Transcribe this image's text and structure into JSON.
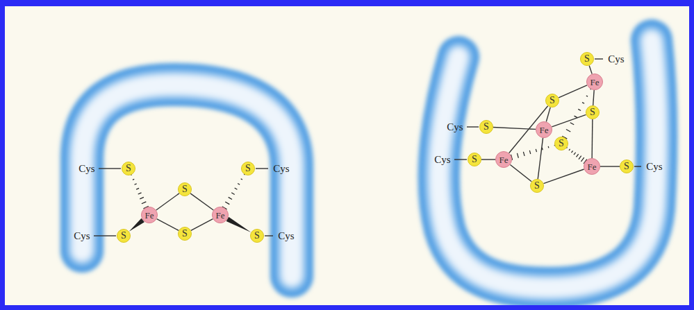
{
  "diagram": {
    "nodes": [
      {
        "text": [
          "S"
        ]
      },
      {
        "text": [
          "S"
        ]
      },
      {
        "text": [
          "Fe"
        ]
      },
      {
        "text": [
          "S"
        ]
      },
      {
        "text": [
          "S"
        ]
      },
      {
        "text": [
          "Fe"
        ]
      },
      {
        "text": [
          "S"
        ]
      },
      {
        "text": [
          "S"
        ]
      },
      {
        "text": [
          "S"
        ]
      },
      {
        "text": [
          "Fe"
        ]
      },
      {
        "text": [
          "S"
        ]
      },
      {
        "text": [
          "S"
        ]
      },
      {
        "text": [
          "S"
        ]
      },
      {
        "text": [
          "Fe"
        ]
      },
      {
        "text": [
          "S"
        ]
      },
      {
        "text": [
          "S"
        ]
      },
      {
        "text": [
          "Fe"
        ]
      },
      {
        "text": [
          "Fe"
        ]
      },
      {
        "text": [
          "S"
        ]
      },
      {
        "text": [
          "S"
        ]
      }
    ],
    "edges": [
      {
        "from": 0,
        "to": 2,
        "arrow": "none"
      },
      {
        "from": 1,
        "to": 2,
        "arrow": "none"
      },
      {
        "from": 2,
        "to": 3,
        "arrow": "none"
      },
      {
        "from": 2,
        "to": 4,
        "arrow": "none"
      },
      {
        "from": 3,
        "to": 5,
        "arrow": "none"
      },
      {
        "from": 4,
        "to": 5,
        "arrow": "none"
      },
      {
        "from": 6,
        "to": 5,
        "arrow": "none"
      },
      {
        "from": 7,
        "to": 5,
        "arrow": "none"
      },
      {
        "from": 8,
        "to": 9,
        "arrow": "none"
      },
      {
        "from": 12,
        "to": 13,
        "arrow": "none"
      },
      {
        "from": 15,
        "to": 16,
        "arrow": "none"
      },
      {
        "from": 17,
        "to": 18,
        "arrow": "none"
      },
      {
        "from": 9,
        "to": 10,
        "arrow": "none"
      },
      {
        "from": 9,
        "to": 11,
        "arrow": "none"
      },
      {
        "from": 9,
        "to": 14,
        "arrow": "none"
      },
      {
        "from": 10,
        "to": 13,
        "arrow": "none"
      },
      {
        "from": 10,
        "to": 16,
        "arrow": "none"
      },
      {
        "from": 11,
        "to": 13,
        "arrow": "none"
      },
      {
        "from": 11,
        "to": 17,
        "arrow": "none"
      },
      {
        "from": 13,
        "to": 19,
        "arrow": "none"
      },
      {
        "from": 14,
        "to": 16,
        "arrow": "none"
      },
      {
        "from": 14,
        "to": 17,
        "arrow": "none"
      },
      {
        "from": 16,
        "to": 19,
        "arrow": "none"
      },
      {
        "from": 17,
        "to": 19,
        "arrow": "none"
      }
    ],
    "labels": [
      "Cys",
      "Cys",
      "Cys",
      "Cys",
      "Cys",
      "Cys",
      "Cys",
      "Cys"
    ]
  }
}
